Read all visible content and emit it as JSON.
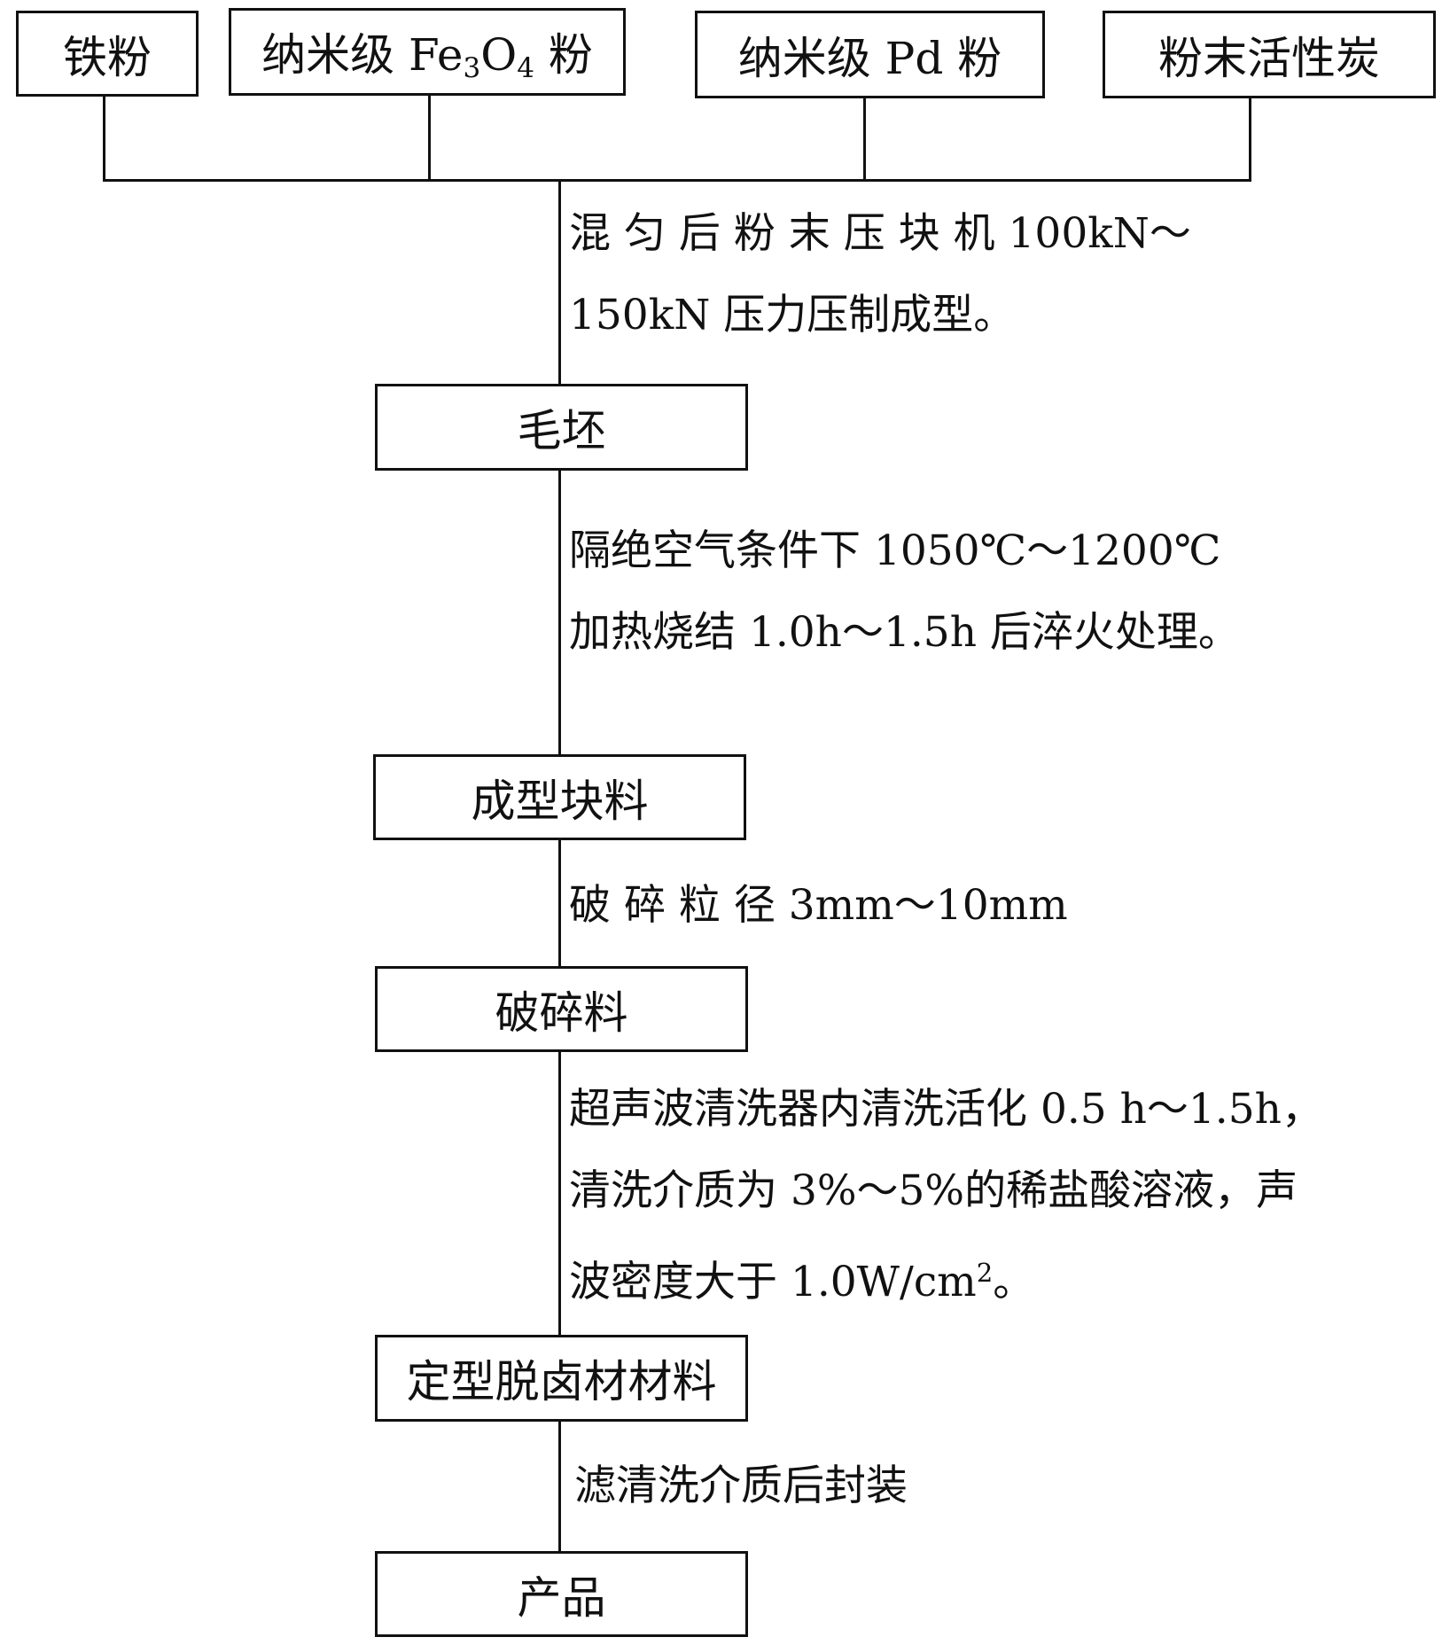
{
  "inputs": [
    {
      "label": "铁粉"
    },
    {
      "pre": "纳米级 Fe",
      "sub1": "3",
      "mid": "O",
      "sub2": "4",
      "post": " 粉"
    },
    {
      "label": "纳米级 Pd 粉"
    },
    {
      "label": "粉末活性炭"
    }
  ],
  "steps": [
    {
      "lines": [
        "混 匀 后 粉 末 压 块 机  100kN～",
        "150kN 压力压制成型。"
      ]
    },
    {
      "lines": [
        "隔绝空气条件下  1050℃～1200℃",
        "加热烧结 1.0h～1.5h 后淬火处理。"
      ]
    },
    {
      "lines": [
        "破 碎 粒 径  3mm～10mm"
      ]
    },
    {
      "lines": [
        "超声波清洗器内清洗活化 0.5 h～1.5h，",
        "清洗介质为 3%～5%的稀盐酸溶液，声"
      ],
      "line3_pre": "波密度大于 1.0W/cm",
      "line3_sup": "2",
      "line3_post": "。"
    },
    {
      "lines": [
        "滤清洗介质后封装"
      ]
    }
  ],
  "boxes": [
    "毛坯",
    "成型块料",
    "破碎料",
    "定型脱卤材材料",
    "产品"
  ]
}
